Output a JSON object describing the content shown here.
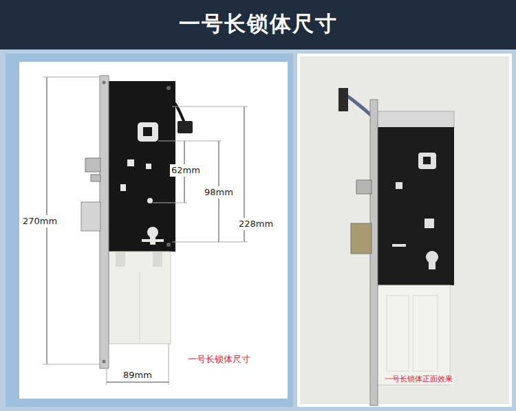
{
  "diagram": {
    "title": "一号长锁体尺寸",
    "labels": [
      "270mm",
      "62mm",
      "98mm",
      "228mm",
      "89mm",
      "一号长锁体尺寸",
      "一号长锁体正面效果"
    ]
  }
}
